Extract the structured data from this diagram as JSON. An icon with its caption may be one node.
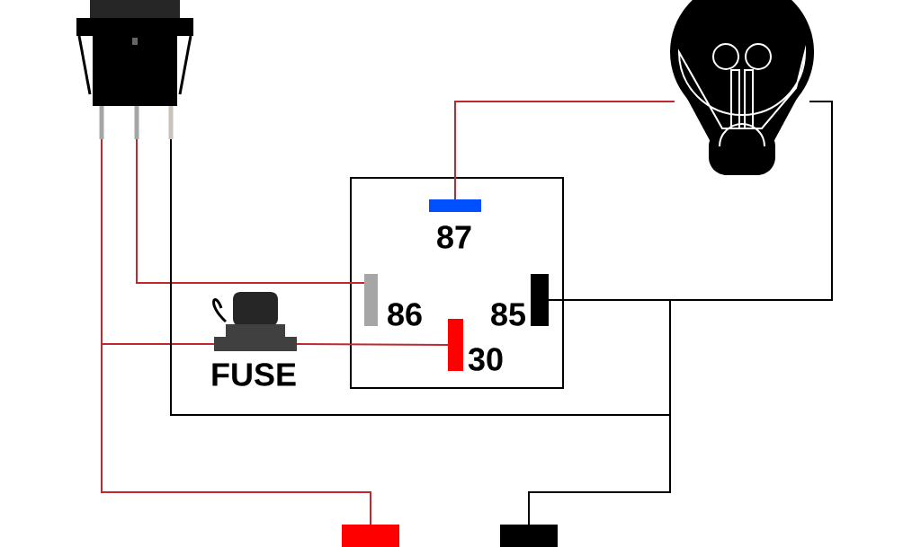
{
  "diagram": {
    "nodes": [
      {
        "text": [],
        "shape": "picture"
      },
      {
        "text": [],
        "shape": "box"
      },
      {
        "text": [
          "87"
        ],
        "in": 1
      },
      {
        "text": [
          "86"
        ],
        "in": 1
      },
      {
        "text": [
          "85"
        ],
        "in": 1
      },
      {
        "text": [
          "30"
        ],
        "in": 1
      },
      {
        "text": [
          "FUSE"
        ]
      },
      {
        "text": [],
        "shape": "picture"
      },
      {
        "text": [],
        "shape": "bar"
      },
      {
        "text": [],
        "shape": "bar"
      }
    ],
    "edges": [
      {
        "from": 2,
        "to": 7,
        "arrow": "none",
        "color": "#c1272d"
      },
      {
        "from": 0,
        "to": 3,
        "arrow": "none",
        "color": "#c1272d"
      },
      {
        "from": 0,
        "to": 6,
        "arrow": "none",
        "color": "#c1272d"
      },
      {
        "from": 6,
        "to": 5,
        "arrow": "none",
        "color": "#c1272d"
      },
      {
        "from": 0,
        "to": 8,
        "arrow": "none",
        "color": "#c1272d"
      },
      {
        "from": 4,
        "to": 7,
        "arrow": "none",
        "color": "#000000"
      },
      {
        "from": 4,
        "to": 9,
        "arrow": "none",
        "color": "#000000"
      },
      {
        "from": 0,
        "to": 9,
        "arrow": "none",
        "color": "#000000"
      }
    ]
  }
}
